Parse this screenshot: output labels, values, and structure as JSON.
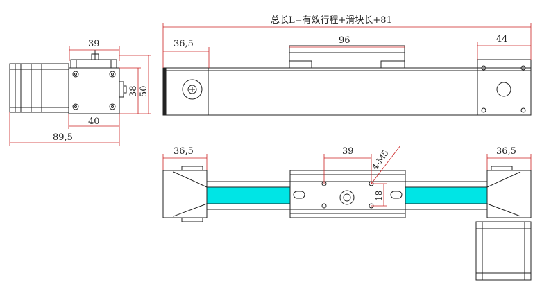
{
  "colors": {
    "dimension_line": "#cc2222",
    "outline": "#222222",
    "belt": "#00e5e5",
    "text": "#222222"
  },
  "dimensions": {
    "total_length_label": "总长L=有效行程+滑块长+81",
    "end_cap_width_top": "36,5",
    "slider_width_top": "96",
    "motor_flange_width": "44",
    "motor_side_width": "39",
    "motor_side_height_a": "38",
    "motor_side_height_b": "50",
    "motor_side_bottom": "40",
    "motor_total_length": "89,5",
    "end_cap_width_left_bottom": "36,5",
    "hole_spacing_x": "39",
    "hole_spec": "4-M5",
    "hole_spacing_y": "18",
    "end_cap_width_right_bottom": "36,5"
  }
}
